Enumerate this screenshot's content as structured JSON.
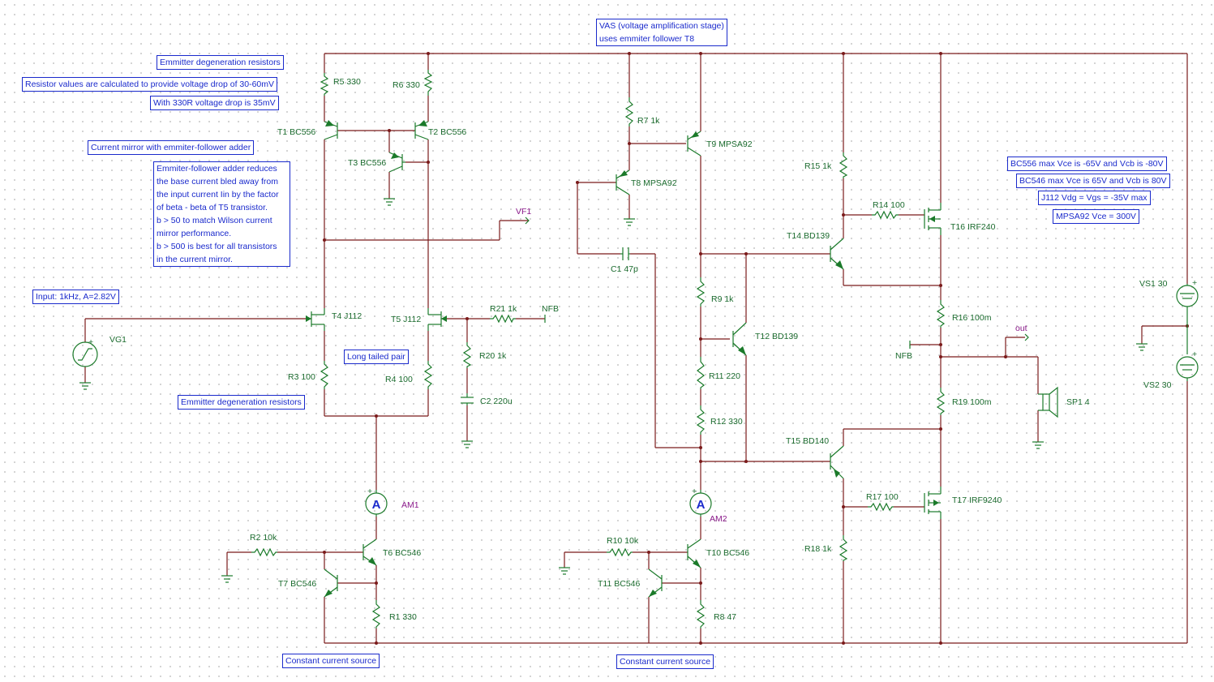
{
  "notes": {
    "degen_top": "Emmitter degeneration resistors",
    "resistor_calc": "Resistor values are calculated to provide voltage drop of 30-60mV",
    "with330": "With 330R voltage drop is 35mV",
    "current_mirror": "Current mirror with emmiter-follower adder",
    "adder_text": "Emmiter-follower adder reduces\nthe base current bled away from\nthe input current Iin by the factor\nof beta - beta of T5 transistor.\nb > 50 to match Wilson current\nmirror performance.\nb > 500 is best for all transistors\nin the current mirror.",
    "input": "Input: 1kHz, A=2.82V",
    "ltp": "Long tailed pair",
    "degen_bottom": "Emmitter degeneration resistors",
    "vas": "VAS (voltage amplification stage)\nuses emmiter follower T8",
    "ccs_left": "Constant current source",
    "ccs_right": "Constant current source",
    "bc556": "BC556 max Vce is -65V and Vcb is -80V",
    "bc546": "BC546 max Vce is 65V and Vcb is 80V",
    "j112": "J112 Vdg = Vgs = -35V max",
    "mpsa92": "MPSA92 Vce = 300V"
  },
  "labels": {
    "R5": "R5 330",
    "R6": "R6 330",
    "T1": "T1 BC556",
    "T2": "T2 BC556",
    "T3": "T3 BC556",
    "T4": "T4 J112",
    "T5": "T5 J112",
    "R3": "R3 100",
    "R4": "R4 100",
    "VG1": "VG1",
    "R21": "R21 1k",
    "NFB1": "NFB",
    "R20": "R20 1k",
    "C2": "C2 220u",
    "VF1": "VF1",
    "R7": "R7 1k",
    "T9": "T9 MPSA92",
    "T8": "T8 MPSA92",
    "C1": "C1 47p",
    "R9": "R9 1k",
    "T12": "T12 BD139",
    "R11": "R11 220",
    "R12": "R12 330",
    "R15": "R15 1k",
    "R14": "R14 100",
    "T16": "T16 IRF240",
    "T14": "T14 BD139",
    "R16": "R16 100m",
    "NFB2": "NFB",
    "out": "out",
    "R19": "R19 100m",
    "SP1": "SP1 4",
    "T15": "T15 BD140",
    "R17": "R17 100",
    "T17": "T17 IRF9240",
    "R18": "R18 1k",
    "VS1": "VS1 30",
    "VS2": "VS2 30",
    "AM1": "AM1",
    "AM2": "AM2",
    "R2": "R2 10k",
    "T6": "T6 BC546",
    "T7": "T7 BC546",
    "R1": "R1 330",
    "R10": "R10 10k",
    "T10": "T10 BC546",
    "T11": "T11 BC546",
    "R8": "R8 47",
    "plus1": "+",
    "plus2": "+",
    "plus3": "+",
    "plus4": "+",
    "plus5": "+",
    "meterA": "A"
  },
  "colors": {
    "wire": "#7a1a1a",
    "component": "#1b7a2a",
    "note": "#1a2acc",
    "net_label": "#8a1a8a"
  }
}
